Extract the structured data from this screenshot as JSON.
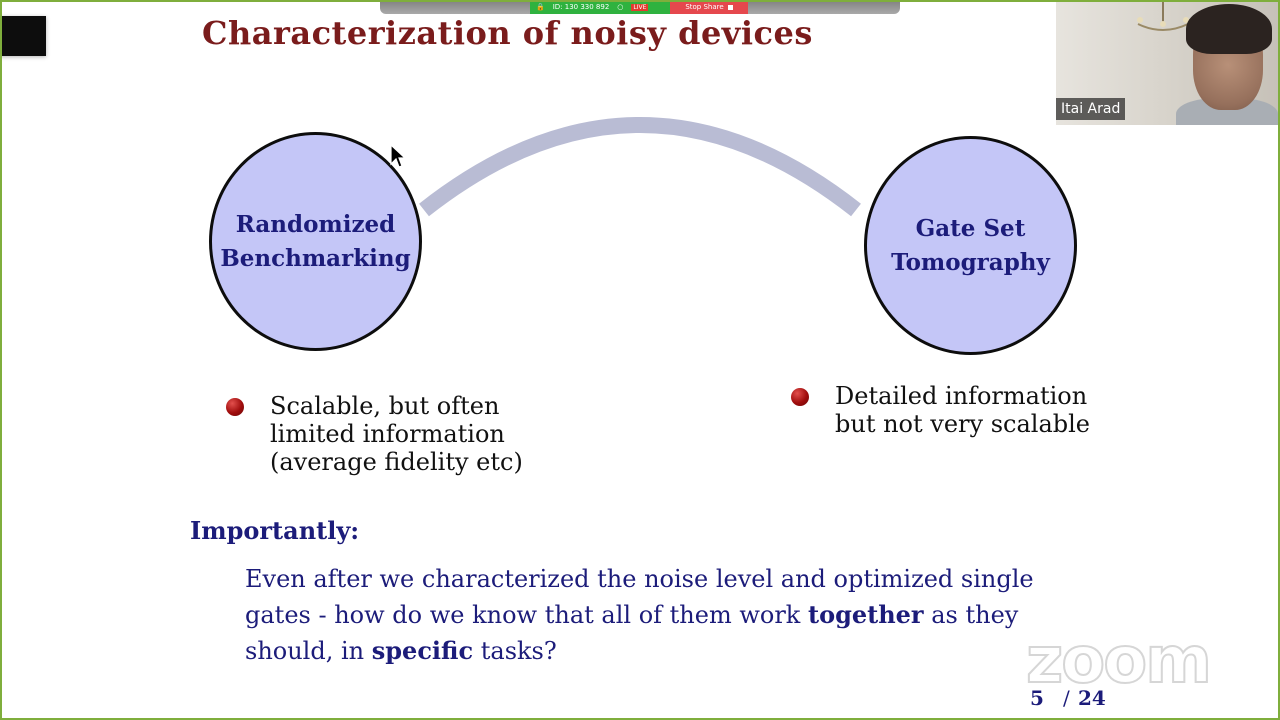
{
  "zoom_bar": {
    "meeting_id": "ID: 130 330 892",
    "live_badge": "LIVE",
    "stop_share": "Stop Share"
  },
  "slide": {
    "title": "Characterization of noisy devices",
    "left_node": {
      "line1": "Randomized",
      "line2": "Benchmarking"
    },
    "right_node": {
      "line1": "Gate Set",
      "line2": "Tomography"
    },
    "left_bullet": "Scalable, but often\nlimited information\n(average fidelity etc)",
    "right_bullet": "Detailed information\nbut not very scalable",
    "importantly_heading": "Importantly:",
    "paragraph": {
      "part1": "Even after we characterized the noise level and optimized single gates - how do we know that all of them work ",
      "emph1": "together",
      "part2": " as they should, in ",
      "emph2": "specific",
      "part3": " tasks?"
    },
    "page_current": "5",
    "page_separator": "/",
    "page_total": "24"
  },
  "participant": {
    "name": "Itai Arad"
  },
  "watermark": "zoom",
  "colors": {
    "title": "#7a1c1c",
    "node_fill": "#c4c6f7",
    "node_text": "#1c1c7a",
    "arc": "#b9bcd4",
    "bullet": "#a00d0d",
    "frame": "#7fae3c"
  }
}
